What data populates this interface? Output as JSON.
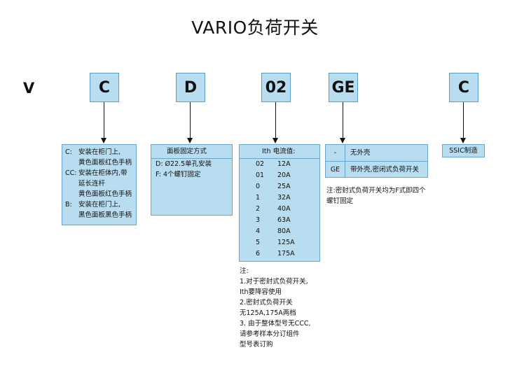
{
  "title": "VARIO负荷开关",
  "prefix": "V",
  "codes": [
    "C",
    "D",
    "02",
    "GE",
    "C"
  ],
  "panel_c": {
    "options": [
      {
        "key": "C:",
        "lines": [
          "安装在柜门上,",
          "黄色面板红色手柄"
        ]
      },
      {
        "key": "CC:",
        "lines": [
          "安装在柜体内,带",
          "延长连杆",
          "黄色面板红色手柄"
        ]
      },
      {
        "key": "B:",
        "lines": [
          "安装在柜门上,",
          "黑色面板黑色手柄"
        ]
      }
    ]
  },
  "panel_d": {
    "header": "面板固定方式",
    "items": [
      "D:  Ø22.5单孔安装",
      "F:  4个螺钉固定"
    ]
  },
  "panel_i": {
    "header": "Ith 电流值:",
    "rows": [
      {
        "code": "02",
        "amp": "12A"
      },
      {
        "code": "01",
        "amp": "20A"
      },
      {
        "code": "0",
        "amp": "25A"
      },
      {
        "code": "1",
        "amp": "32A"
      },
      {
        "code": "2",
        "amp": "40A"
      },
      {
        "code": "3",
        "amp": "63A"
      },
      {
        "code": "4",
        "amp": "80A"
      },
      {
        "code": "5",
        "amp": "125A"
      },
      {
        "code": "6",
        "amp": "175A"
      }
    ]
  },
  "panel_g": {
    "rows": [
      {
        "code": "-",
        "desc": "无外壳"
      },
      {
        "code": "GE",
        "desc": "带外壳,密闭式负荷开关"
      }
    ]
  },
  "panel_s": {
    "label": "SSIC制造"
  },
  "note_ge": "注:密封式负荷开关均为F式即四个螺钉固定",
  "notes": [
    "注:",
    "1.对于密封式负荷开关,",
    "   Ith要降容使用",
    "2.密封式负荷开关",
    "   无125A,175A两档",
    "3. 由于整体型号无CCC,",
    "   请参考样本分订组件",
    "   型号表订购"
  ],
  "colors": {
    "box_fill": "#b8ddf0",
    "box_border": "#5a9ec8"
  }
}
